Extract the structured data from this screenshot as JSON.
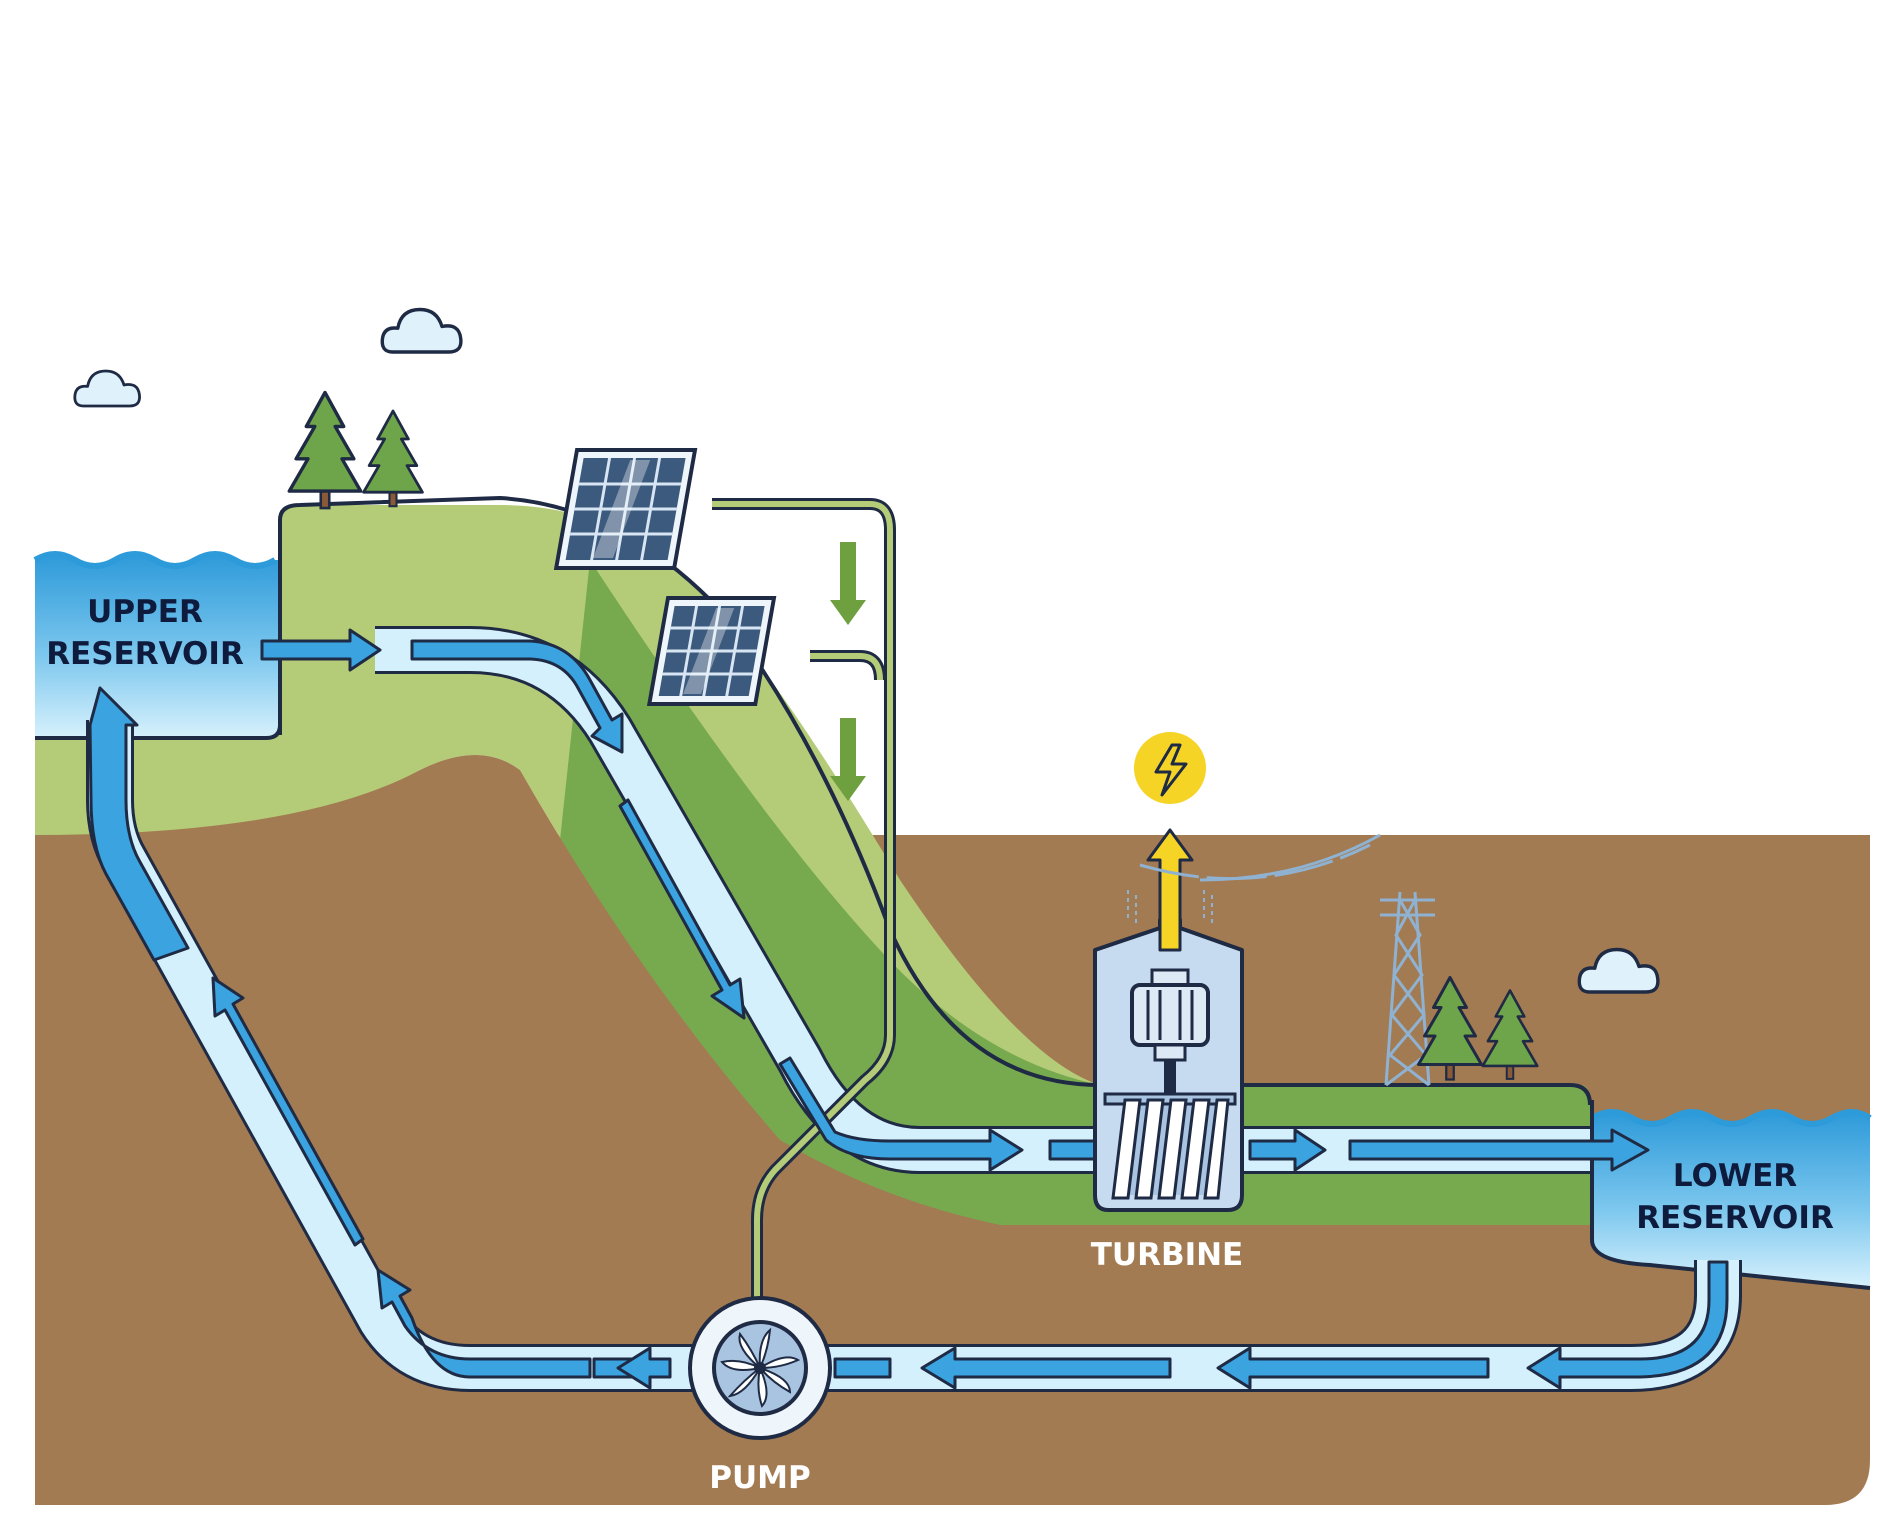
{
  "labels": {
    "upper_reservoir_line1": "UPPER",
    "upper_reservoir_line2": "RESERVOIR",
    "lower_reservoir_line1": "LOWER",
    "lower_reservoir_line2": "RESERVOIR",
    "turbine": "TURBINE",
    "pump": "PUMP"
  },
  "icons": {
    "solar_panel": "solar-panel-icon",
    "electricity": "lightning-bolt-icon",
    "tree": "pine-tree-icon",
    "cloud": "cloud-icon",
    "pylon": "transmission-tower-icon",
    "pump_fan": "fan-icon"
  },
  "colors": {
    "water": "#3aa3e0",
    "water_light": "#cfeefb",
    "outline": "#1f2a44",
    "grass_light": "#b4cc78",
    "grass_dark": "#77a94f",
    "soil": "#a37b52",
    "energy_yellow": "#f5d426",
    "power_green": "#6ea03f",
    "label_dark": "#0f1b3d",
    "label_light": "#ffffff"
  }
}
